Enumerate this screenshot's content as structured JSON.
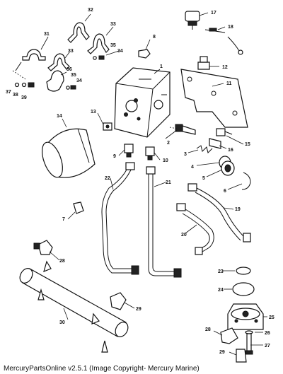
{
  "caption": "MercuryPartsOnline v2.5.1 (Image Copyright- Mercury Marine)",
  "callouts": {
    "c1": "1",
    "c2": "2",
    "c3": "3",
    "c4": "4",
    "c5": "5",
    "c6": "6",
    "c7": "7",
    "c8": "8",
    "c9": "9",
    "c10": "10",
    "c11": "11",
    "c12": "12",
    "c13": "13",
    "c14": "14",
    "c15": "15",
    "c16": "16",
    "c17": "17",
    "c18": "18",
    "c19": "19",
    "c20": "20",
    "c21": "21",
    "c22": "22",
    "c23": "23",
    "c24": "24",
    "c25": "25",
    "c26": "26",
    "c27": "27",
    "c28": "28",
    "c29": "29",
    "c30": "30",
    "c31": "31",
    "c32": "32",
    "c33": "33",
    "c34": "34",
    "c35": "35",
    "c36": "36",
    "c37": "37",
    "c38": "38",
    "c39": "39"
  }
}
